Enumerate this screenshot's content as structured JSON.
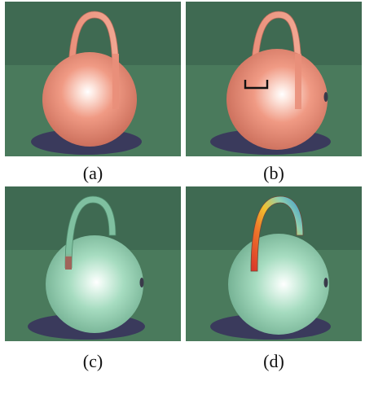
{
  "figure": {
    "panels": [
      {
        "id": "a",
        "label": "(a)",
        "sphere_color": "salmon",
        "handle_coloring": "uniform",
        "marker": "none"
      },
      {
        "id": "b",
        "label": "(b)",
        "sphere_color": "salmon",
        "handle_coloring": "uniform",
        "marker": "bracket"
      },
      {
        "id": "c",
        "label": "(c)",
        "sphere_color": "mint-green",
        "handle_coloring": "base-highlight",
        "marker": "none"
      },
      {
        "id": "d",
        "label": "(d)",
        "sphere_color": "mint-green",
        "handle_coloring": "heatmap-gradient",
        "marker": "none"
      }
    ],
    "colors": {
      "background_wall": "#3f6a52",
      "floor": "#4a7a5c",
      "shadow": "#3a3a5c",
      "salmon_sphere": "#e98f7a",
      "green_sphere": "#8fd0b0",
      "bracket": "#111111",
      "heat_red": "#d8312a",
      "heat_yellow": "#f2c12e",
      "heat_blue": "#2b8fd6"
    }
  }
}
